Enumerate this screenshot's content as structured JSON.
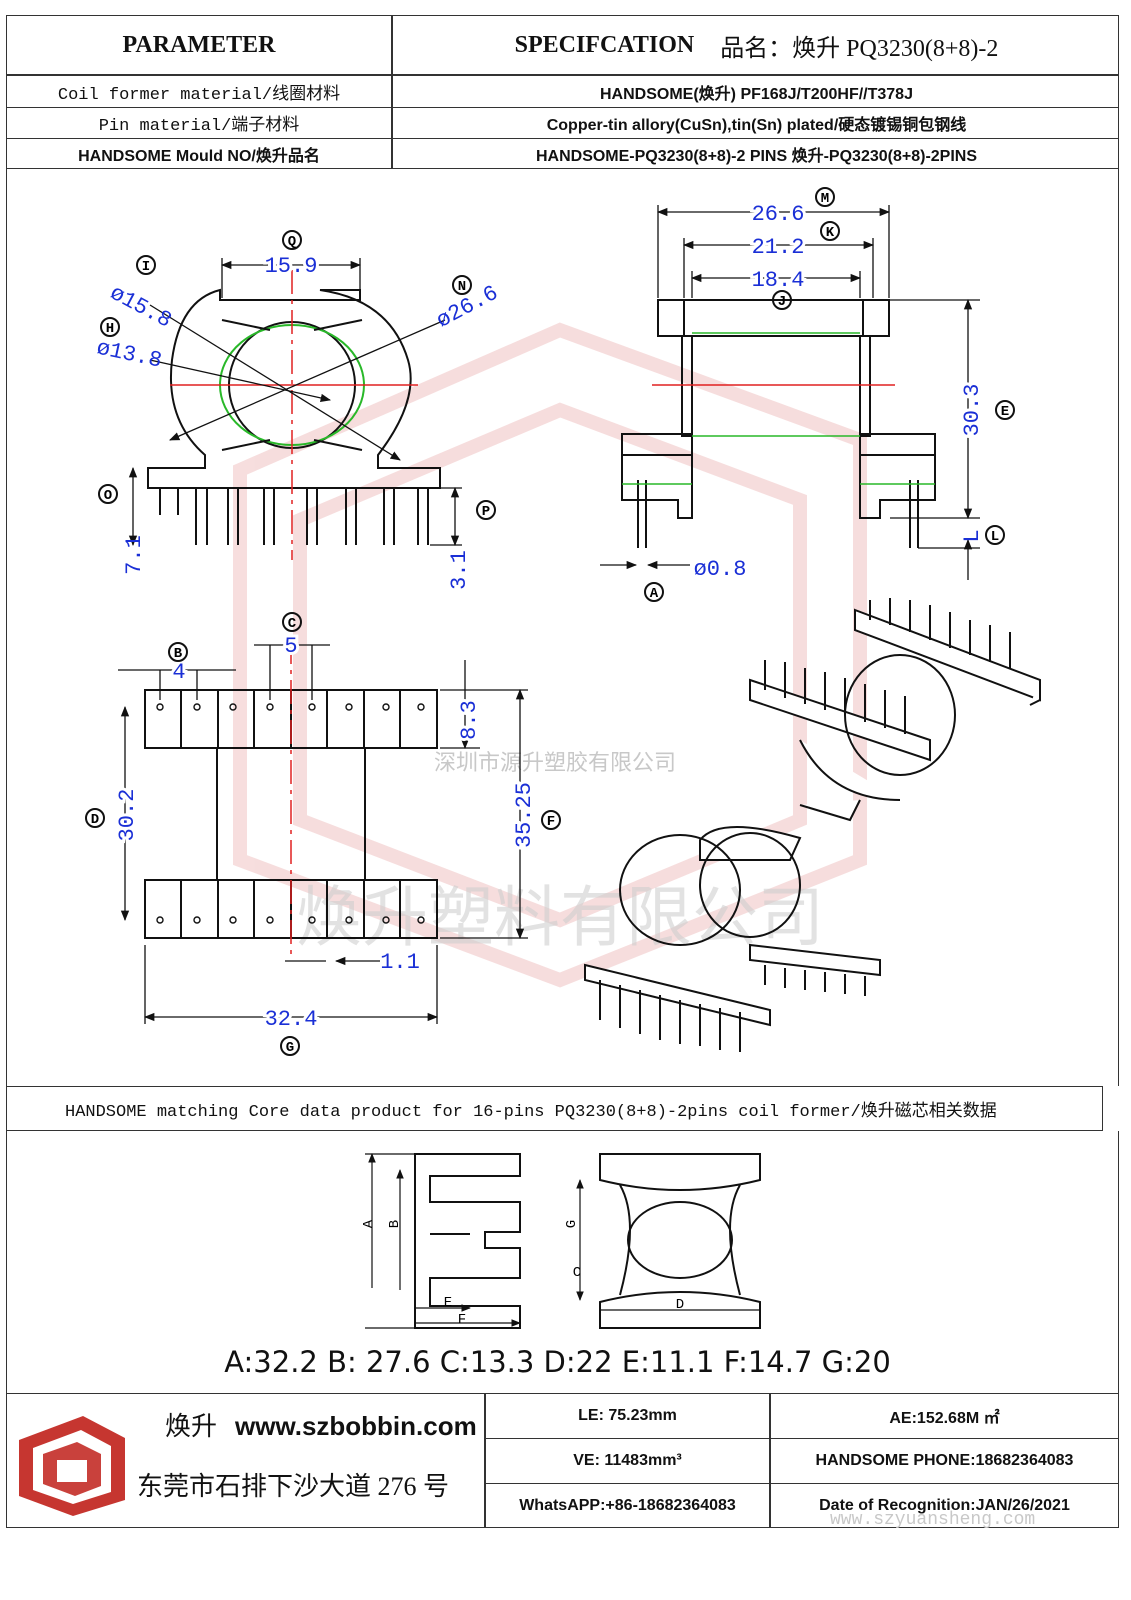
{
  "header": {
    "parameter": "PARAMETER",
    "spec_label": "SPECIFCATION",
    "spec_product": "品名：焕升 PQ3230(8+8)-2"
  },
  "rows": [
    {
      "param": "Coil former material/线圈材料",
      "value": "HANDSOME(焕升)   PF168J/T200HF//T378J"
    },
    {
      "param": "Pin material/端子材料",
      "value": "Copper-tin allory(CuSn),tin(Sn) plated/硬态镀锡铜包钢线"
    },
    {
      "param": "HANDSOME Mould NO/焕升品名",
      "value": "HANDSOME-PQ3230(8+8)-2 PINS    焕升-PQ3230(8+8)-2PINS"
    }
  ],
  "drawing": {
    "watermark_text": "深圳市源升塑胶有限公司",
    "watermark_big": "焕升塑料有限公司",
    "top_view": {
      "d_outer": "ø26.6",
      "d_mid": "ø15.8",
      "d_inner": "ø13.8",
      "width": "15.9",
      "h_pin": "7.1",
      "h_pin2": "3.1",
      "tags": {
        "I": "I",
        "H": "H",
        "Q": "Q",
        "N": "N",
        "O": "O",
        "P": "P"
      }
    },
    "side_view": {
      "m": "26.6",
      "k": "21.2",
      "j": "18.4",
      "e": "30.3",
      "l": "L",
      "pin_d": "ø0.8",
      "tags": {
        "M": "M",
        "K": "K",
        "J": "J",
        "E": "E",
        "L": "L",
        "A": "A"
      }
    },
    "bottom_view": {
      "c": "5",
      "b": "4",
      "h1": "8.3",
      "d": "30.2",
      "f": "35.25",
      "g": "32.4",
      "gap": "1.1",
      "tags": {
        "C": "C",
        "B": "B",
        "D": "D",
        "F": "F",
        "G": "G"
      }
    }
  },
  "core": {
    "title": "HANDSOME matching Core data  product for 16-pins PQ3230(8+8)-2pins coil former/焕升磁芯相关数据",
    "labels": {
      "A": "A",
      "B": "B",
      "C": "C",
      "D": "D",
      "E": "E",
      "F": "F",
      "G": "G"
    },
    "dims_line": "A:32.2 B: 27.6 C:13.3 D:22 E:11.1 F:14.7 G:20"
  },
  "footer": {
    "brand": "焕升",
    "url": "www.szbobbin.com",
    "address": "东莞市石排下沙大道 276 号",
    "le": "LE: 75.23mm",
    "ae": "AE:152.68M ㎡",
    "ve": "VE: 11483mm³",
    "phone": "HANDSOME PHONE:18682364083",
    "whatsapp": "WhatsAPP:+86-18682364083",
    "date": "Date of Recognition:JAN/26/2021",
    "watermark_url": "www.szyuansheng.com"
  },
  "colors": {
    "dim_blue": "#1a2fd6",
    "center_red": "#e02020",
    "green": "#29b829",
    "watermark": "#f0c0c0"
  }
}
